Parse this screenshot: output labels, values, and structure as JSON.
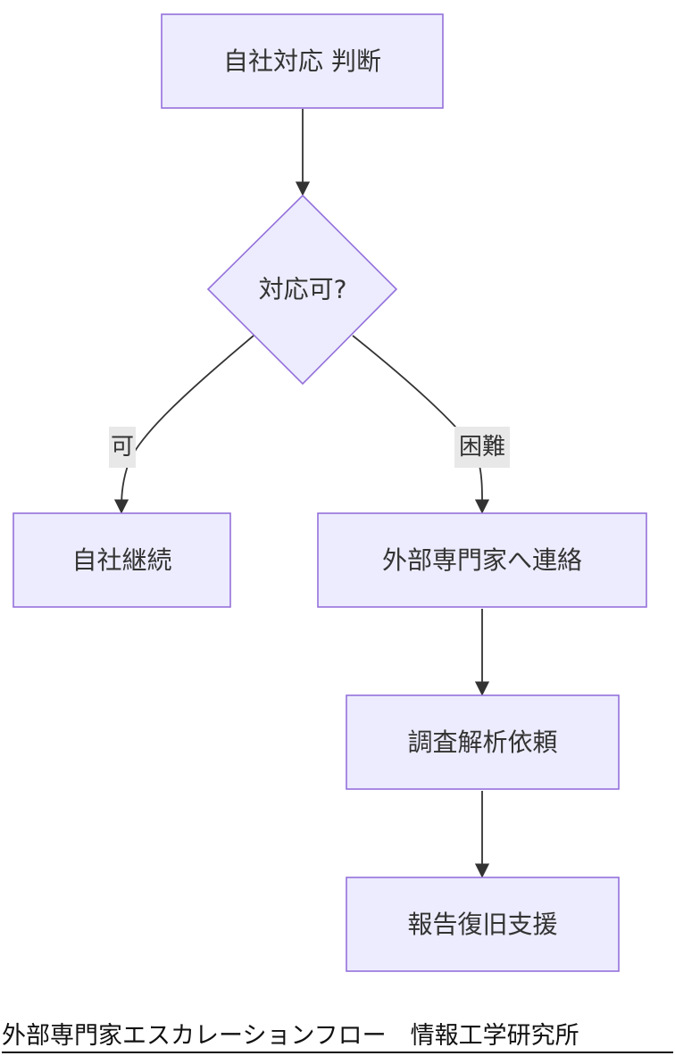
{
  "diagram": {
    "nodes": {
      "judge": "自社対応 判断",
      "decision": "対応可?",
      "continue": "自社継続",
      "contact": "外部専門家へ連絡",
      "request": "調査解析依頼",
      "support": "報告復旧支援"
    },
    "edge_labels": {
      "yes": "可",
      "difficult": "困難"
    },
    "colors": {
      "node_fill": "#ececfe",
      "node_stroke": "#9471db",
      "edge": "#333333",
      "label_bg": "#e8e8e8"
    }
  },
  "caption": "外部専門家エスカレーションフロー　情報工学研究所"
}
